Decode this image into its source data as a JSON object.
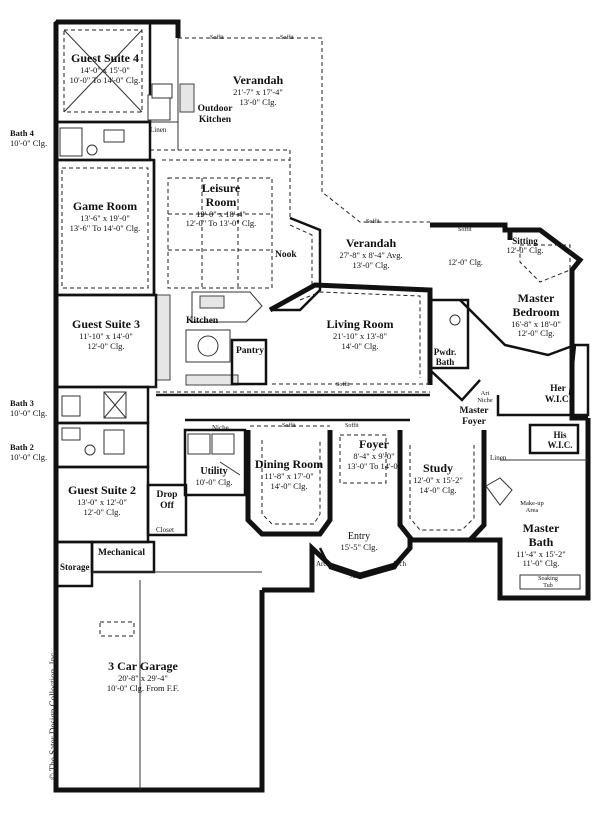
{
  "rooms": {
    "guest_suite_4": {
      "name": "Guest Suite 4",
      "dims": "14'-0\" x 15'-0\"",
      "clg": "10'-0\" To 14'-0\" Clg."
    },
    "verandah_top": {
      "name": "Verandah",
      "dims": "21'-7\" x 17'-4\"",
      "clg": "13'-0\" Clg."
    },
    "outdoor_kitchen": {
      "line1": "Outdoor",
      "line2": "Kitchen"
    },
    "game_room": {
      "name": "Game Room",
      "dims": "13'-6\" x 19'-0\"",
      "clg": "13'-6\" To 14'-0\" Clg."
    },
    "leisure_room": {
      "line1": "Leisure",
      "line2": "Room",
      "dims": "19'-0\" x 18'-4\"",
      "clg": "12'-0\" To 13'-0\" Clg."
    },
    "verandah_mid": {
      "name": "Verandah",
      "dims": "27'-8\" x 8'-4\" Avg.",
      "clg": "13'-0\" Clg."
    },
    "guest_suite_3": {
      "name": "Guest Suite 3",
      "dims": "11'-10\" x 14'-0\"",
      "clg": "12'-0\" Clg."
    },
    "living_room": {
      "name": "Living Room",
      "dims": "21'-10\" x 13'-8\"",
      "clg": "14'-0\" Clg."
    },
    "master_bedroom": {
      "line1": "Master",
      "line2": "Bedroom",
      "dims": "16'-8\" x 18'-0\"",
      "clg": "12'-0\" Clg."
    },
    "sitting": {
      "name": "Sitting",
      "clg": "12'-0\" Clg."
    },
    "dining_room": {
      "name": "Dining Room",
      "dims": "11'-8\" x 17'-0\"",
      "clg": "14'-0\" Clg."
    },
    "foyer": {
      "name": "Foyer",
      "dims": "8'-4\" x 9'-0\"",
      "clg": "13'-0\" To 14'-0\""
    },
    "study": {
      "name": "Study",
      "dims": "12'-0\" x 15'-2\"",
      "clg": "14'-0\" Clg."
    },
    "guest_suite_2": {
      "name": "Guest Suite 2",
      "dims": "13'-0\" x 12'-0\"",
      "clg": "12'-0\" Clg."
    },
    "utility": {
      "name": "Utility",
      "clg": "10'-0\" Clg."
    },
    "entry": {
      "name": "Entry",
      "clg": "15'-5\" Clg."
    },
    "master_bath": {
      "line1": "Master",
      "line2": "Bath",
      "dims": "11'-4\" x 15'-2\"",
      "clg": "11'-0\" Clg."
    },
    "garage": {
      "name": "3 Car Garage",
      "dims": "20'-8\" x 29'-4\"",
      "clg": "10'-0\" Clg. From F.F."
    }
  },
  "baths": {
    "bath4": {
      "name": "Bath 4",
      "clg": "10'-0\" Clg."
    },
    "bath3": {
      "name": "Bath 3",
      "clg": "10'-0\" Clg."
    },
    "bath2": {
      "name": "Bath 2",
      "clg": "10'-0\" Clg."
    }
  },
  "labels": {
    "kitchen": "Kitchen",
    "nook": "Nook",
    "pantry": "Pantry",
    "linen_top": "Linen",
    "linen_right": "Linen",
    "pwdr": "Pwdr.",
    "bath": "Bath",
    "art": "Art",
    "niche": "Niche",
    "master_foyer_1": "Master",
    "master_foyer_2": "Foyer",
    "her_1": "Her",
    "her_2": "W.I.C.",
    "his_1": "His",
    "his_2": "W.I.C.",
    "niche_dining": "Niche",
    "drop_1": "Drop",
    "drop_2": "Off",
    "closet": "Closet",
    "mechanical": "Mechanical",
    "storage": "Storage",
    "makeup_1": "Make-up",
    "makeup_2": "Area",
    "soaking_1": "Soaking",
    "soaking_2": "Tub",
    "arch_1": "Arch",
    "arch_2": "Arch",
    "arch_3": "Arch",
    "soffit": "Soffit"
  },
  "copyright": "© The Sater Design Collection, Inc."
}
